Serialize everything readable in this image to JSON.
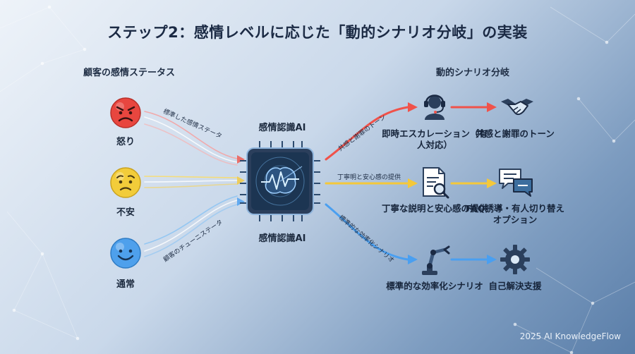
{
  "title": "ステップ2：感情レベルに応じた「動的シナリオ分岐」の実装",
  "left_header": "顧客の感情ステータス",
  "right_header": "動的シナリオ分岐",
  "emotions": [
    {
      "label": "怒り",
      "icon": "angry-face-icon",
      "color": "#e8463f"
    },
    {
      "label": "不安",
      "icon": "worried-face-icon",
      "color": "#f2cc3a"
    },
    {
      "label": "通常",
      "icon": "smiling-face-icon",
      "color": "#4ea0ec"
    }
  ],
  "ai": {
    "label_top": "感情認識AI",
    "label_bottom": "感情認識AI",
    "icon": "brain-chip-icon"
  },
  "input_flow_labels": [
    "標準した感情ステータ",
    "顧客のチューニステータ"
  ],
  "output_flows": [
    {
      "flow_label": "共感と謝罪のトーン",
      "color": "#f0524a",
      "step1": {
        "label": "即時エスカレーション（有人対応）",
        "icon": "headset-operator-icon"
      },
      "step2": {
        "label": "共感と謝罪のトーン",
        "icon": "handshake-icon"
      }
    },
    {
      "flow_label": "丁寧明と安心感の提供",
      "color": "#f4c83a",
      "step1": {
        "label": "丁寧な説明と安心感の提供",
        "icon": "document-search-icon"
      },
      "step2": {
        "label": "FAQ誘導・有人切り替えオプション",
        "icon": "chat-bubbles-icon"
      }
    },
    {
      "flow_label": "標準的な効率化シナリオ",
      "color": "#4a9ff0",
      "step1": {
        "label": "標準的な効率化シナリオ",
        "icon": "robot-arm-icon"
      },
      "step2": {
        "label": "自己解決支援",
        "icon": "gear-icon"
      }
    }
  ],
  "footer": "2025 AI KnowledgeFlow"
}
